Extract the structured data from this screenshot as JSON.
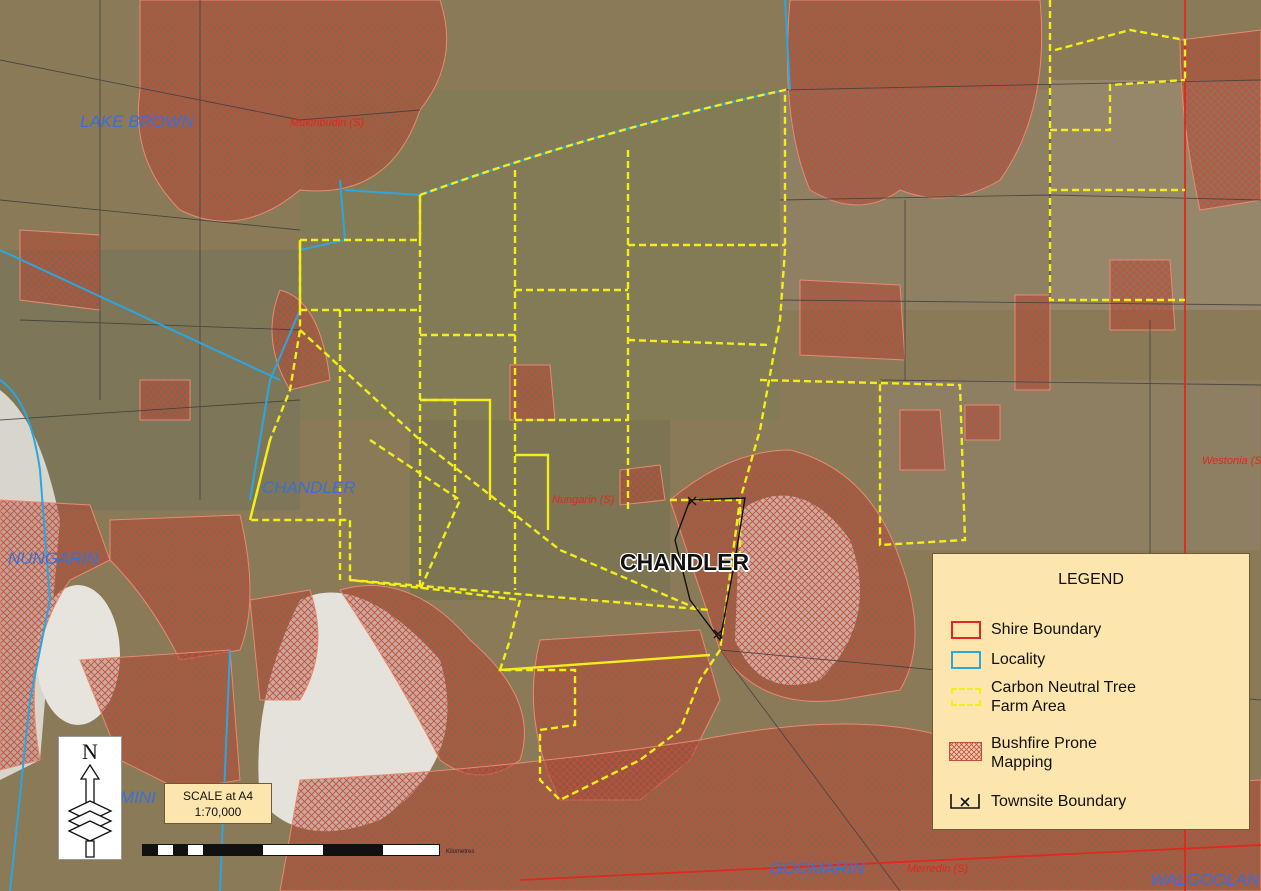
{
  "map": {
    "locality_labels": [
      "LAKE BROWN",
      "CHANDLER",
      "NUNGARIN",
      "GOOMARIN",
      "WALGOOLAN",
      "MINI"
    ],
    "shire_labels": [
      "Mukinbudin (S)",
      "Nungarin (S)",
      "Westonia (S)",
      "Merredin (S)"
    ],
    "townsite_label": "CHANDLER"
  },
  "legend": {
    "title": "LEGEND",
    "items": [
      {
        "label": "Shire Boundary",
        "color": "#e0281e"
      },
      {
        "label": "Locality",
        "color": "#2ba6e0"
      },
      {
        "label": "Carbon Neutral Tree Farm Area",
        "color": "#f2ee1a"
      },
      {
        "label": "Bushfire Prone Mapping",
        "color": "#c0503e"
      },
      {
        "label": "Townsite Boundary",
        "color": "#111111"
      }
    ]
  },
  "scale": {
    "line1": "SCALE at A4",
    "line2": "1:70,000",
    "units": "Kilometres"
  },
  "north": {
    "letter": "N"
  }
}
